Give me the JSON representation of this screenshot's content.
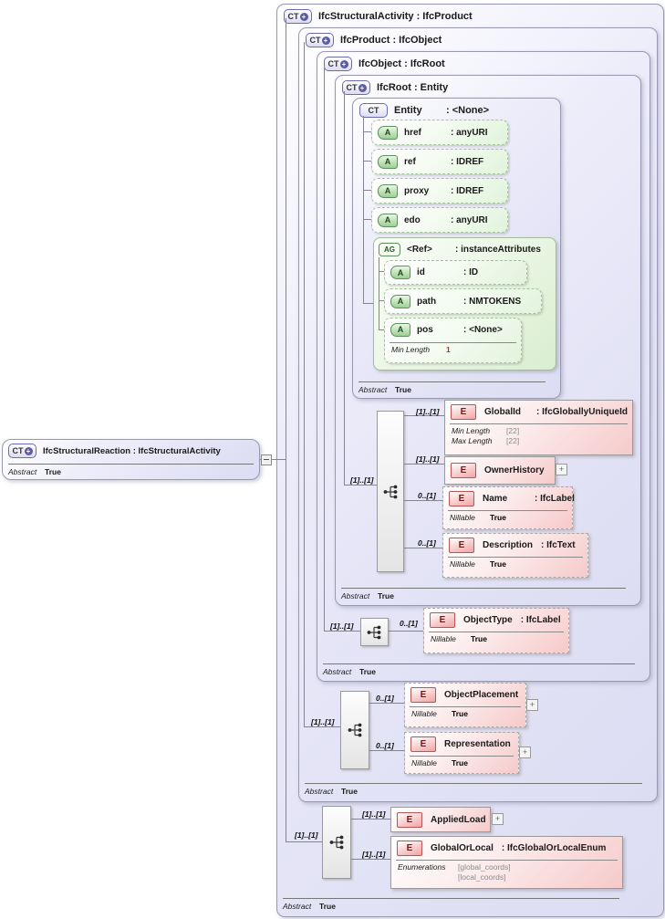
{
  "icons": {
    "ct": "CT",
    "a": "A",
    "e": "E",
    "ag": "AG",
    "plus": "+"
  },
  "reaction": {
    "title": "IfcStructuralReaction : IfcStructuralActivity",
    "abstract_label": "Abstract",
    "abstract_value": "True"
  },
  "activity": {
    "title": "IfcStructuralActivity : IfcProduct",
    "abstract_label": "Abstract",
    "abstract_value": "True",
    "seq_cardinality": "[1]..[1]",
    "applied_load": {
      "cardinality": "[1]..[1]",
      "name": "AppliedLoad"
    },
    "global_or_local": {
      "cardinality": "[1]..[1]",
      "name": "GlobalOrLocal",
      "type": ": IfcGlobalOrLocalEnum",
      "facet_label": "Enumerations",
      "facet_value_1": "[global_coords]",
      "facet_value_2": "[local_coords]"
    }
  },
  "product": {
    "title": "IfcProduct : IfcObject",
    "abstract_label": "Abstract",
    "abstract_value": "True",
    "seq_cardinality": "[1]..[1]",
    "object_placement": {
      "cardinality": "0..[1]",
      "name": "ObjectPlacement",
      "nillable_label": "Nillable",
      "nillable_value": "True"
    },
    "representation": {
      "cardinality": "0..[1]",
      "name": "Representation",
      "nillable_label": "Nillable",
      "nillable_value": "True"
    }
  },
  "object": {
    "title": "IfcObject : IfcRoot",
    "abstract_label": "Abstract",
    "abstract_value": "True",
    "seq_cardinality": "[1]..[1]",
    "object_type": {
      "cardinality": "0..[1]",
      "name": "ObjectType",
      "type": ": IfcLabel",
      "nillable_label": "Nillable",
      "nillable_value": "True"
    }
  },
  "root": {
    "title": "IfcRoot   : Entity",
    "abstract_label": "Abstract",
    "abstract_value": "True",
    "seq_cardinality": "[1]..[1]",
    "global_id": {
      "cardinality": "[1]..[1]",
      "name": "GlobalId",
      "type": ": IfcGloballyUniqueId",
      "facet1_label": "Min Length",
      "facet1_value": "[22]",
      "facet2_label": "Max Length",
      "facet2_value": "[22]"
    },
    "owner_history": {
      "cardinality": "[1]..[1]",
      "name": "OwnerHistory"
    },
    "name_el": {
      "cardinality": "0..[1]",
      "name": "Name",
      "type": ": IfcLabel",
      "nillable_label": "Nillable",
      "nillable_value": "True"
    },
    "description": {
      "cardinality": "0..[1]",
      "name": "Description",
      "type": ": IfcText",
      "nillable_label": "Nillable",
      "nillable_value": "True"
    }
  },
  "entity": {
    "title": "Entity",
    "type": ": <None>",
    "abstract_label": "Abstract",
    "abstract_value": "True",
    "attr_href": {
      "name": "href",
      "type": ": anyURI"
    },
    "attr_ref": {
      "name": "ref",
      "type": ": IDREF"
    },
    "attr_proxy": {
      "name": "proxy",
      "type": ": IDREF"
    },
    "attr_edo": {
      "name": "edo",
      "type": ": anyURI"
    },
    "ref_group": {
      "name": "<Ref>",
      "type": ": instanceAttributes",
      "attr_id": {
        "name": "id",
        "type": ": ID"
      },
      "attr_path": {
        "name": "path",
        "type": ": NMTOKENS"
      },
      "attr_pos": {
        "name": "pos",
        "type": ": <None>",
        "facet_label": "Min Length",
        "facet_value": "1"
      }
    }
  }
}
